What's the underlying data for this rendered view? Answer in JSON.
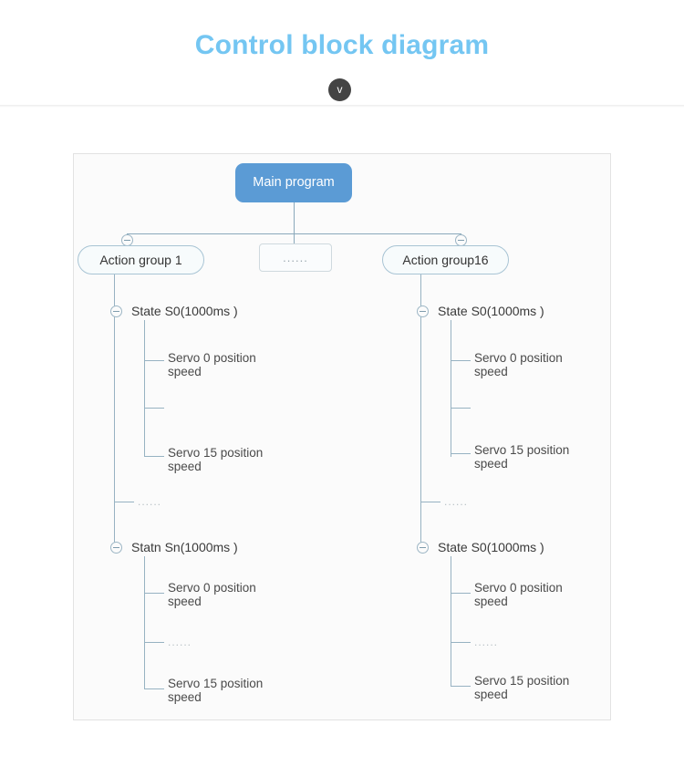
{
  "header": {
    "title": "Control block diagram",
    "badge_glyph": "v",
    "badge_name": "chevron-down-badge"
  },
  "colors": {
    "title": "#74c6f2",
    "main_node_fill": "#5b9bd5",
    "group_node_border": "#a8c4d4",
    "connector": "#97b2c2",
    "panel_border": "#e2e2e2",
    "panel_background": "#fbfbfb",
    "badge_background": "#444444"
  },
  "diagram": {
    "root": {
      "label": "Main program"
    },
    "middle_placeholder": {
      "label": "......"
    },
    "groups": [
      {
        "id": "group-1",
        "label": "Action group 1",
        "states": [
          {
            "id": "state-s0-left",
            "label": "State S0(1000ms )",
            "servos": [
              {
                "line1": "Servo 0 position",
                "line2": "speed"
              },
              {
                "line1": "",
                "line2": ""
              },
              {
                "line1": "Servo 15 position",
                "line2": "speed"
              }
            ]
          },
          {
            "id": "state-ellipsis-left",
            "label": "......"
          },
          {
            "id": "state-sn-left",
            "label": "Statn Sn(1000ms )",
            "servos": [
              {
                "line1": "Servo 0 position",
                "line2": "speed"
              },
              {
                "line1": "......",
                "line2": ""
              },
              {
                "line1": "Servo 15 position",
                "line2": "speed"
              }
            ]
          }
        ]
      },
      {
        "id": "group-16",
        "label": "Action group16",
        "states": [
          {
            "id": "state-s0-right",
            "label": "State S0(1000ms )",
            "servos": [
              {
                "line1": "Servo 0 position",
                "line2": "speed"
              },
              {
                "line1": "",
                "line2": ""
              },
              {
                "line1": "Servo 15 position",
                "line2": "speed"
              }
            ]
          },
          {
            "id": "state-ellipsis-right",
            "label": "......"
          },
          {
            "id": "state-s0b-right",
            "label": "State S0(1000ms )",
            "servos": [
              {
                "line1": "Servo 0 position",
                "line2": "speed"
              },
              {
                "line1": "......",
                "line2": ""
              },
              {
                "line1": "Servo 15 position",
                "line2": "speed"
              }
            ]
          }
        ]
      }
    ]
  }
}
